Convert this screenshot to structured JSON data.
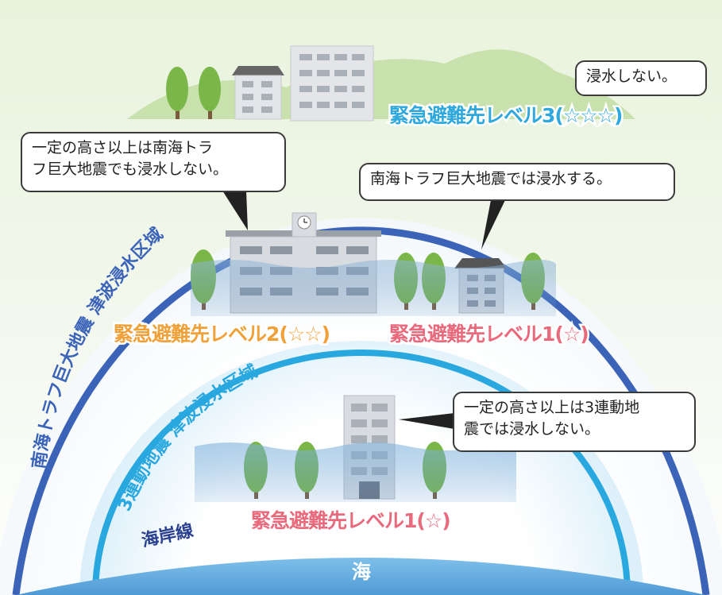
{
  "callouts": {
    "no_flood": "浸水しない。",
    "nankai_height_line1": "一定の高さ以上は南海トラ",
    "nankai_height_line2": "フ巨大地震でも浸水しない。",
    "nankai_floods": "南海トラフ巨大地震では浸水する。",
    "triple_height_line1": "一定の高さ以上は3連動地",
    "triple_height_line2": "震では浸水しない。"
  },
  "levels": {
    "level3": "緊急避難先レベル3(☆☆☆)",
    "level2": "緊急避難先レベル2(☆☆)",
    "level1_upper": "緊急避難先レベル1(☆)",
    "level1_lower": "緊急避難先レベル1(☆)"
  },
  "zones": {
    "nankai_zone": "南海トラフ巨大地震 津波浸水区域",
    "triple_zone": "3連動地震 津波浸水区域",
    "coastline": "海岸線",
    "sea": "海"
  },
  "colors": {
    "nankai_arc": "#3b63b8",
    "triple_arc": "#29a8e0",
    "sea": "#5aa7dc",
    "background_green": "#e6f2d6"
  }
}
